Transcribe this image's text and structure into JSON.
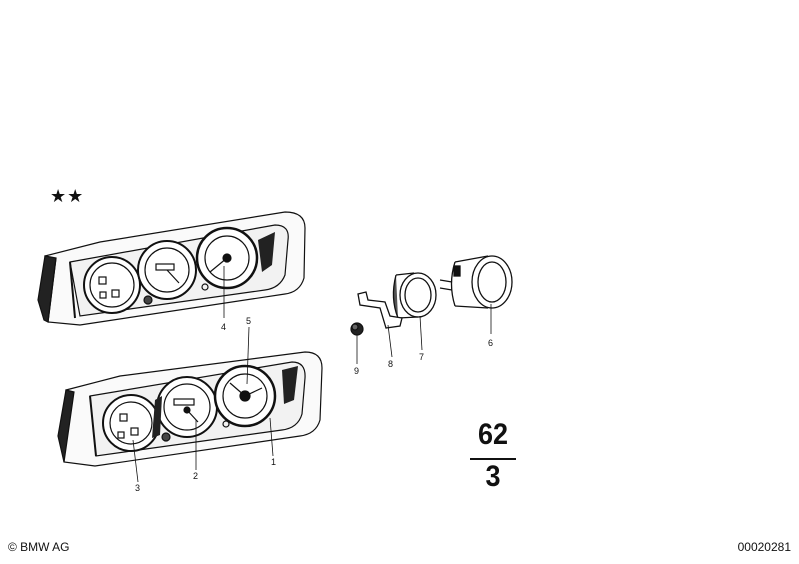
{
  "diagram": {
    "stars": "★★",
    "callouts": [
      "1",
      "2",
      "3",
      "4",
      "5",
      "6",
      "7",
      "8",
      "9"
    ],
    "group_main": "62",
    "group_sub": "3",
    "copyright": "© BMW AG",
    "doc_id": "00020281",
    "colors": {
      "ink": "#111111",
      "paper": "#ffffff",
      "fill_light": "#f2f2f2"
    }
  }
}
